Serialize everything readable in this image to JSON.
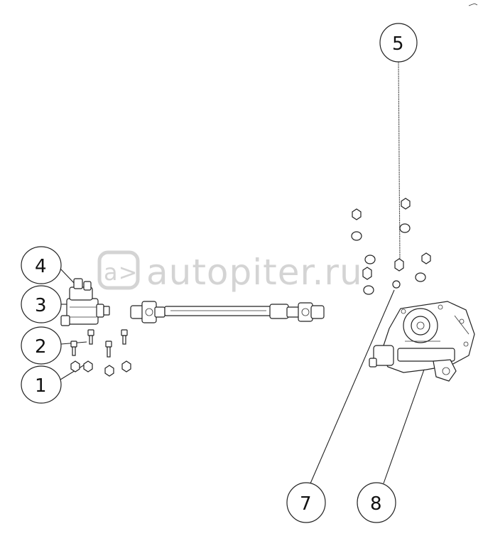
{
  "watermark": {
    "text": "autopiter.ru",
    "logo_text": "a>"
  },
  "callouts": [
    {
      "id": "1",
      "label": "1"
    },
    {
      "id": "2",
      "label": "2"
    },
    {
      "id": "3",
      "label": "3"
    },
    {
      "id": "4",
      "label": "4"
    },
    {
      "id": "5",
      "label": "5"
    },
    {
      "id": "7",
      "label": "7"
    },
    {
      "id": "8",
      "label": "8"
    }
  ],
  "colors": {
    "line": "#222222",
    "watermark": "#d4d4d4"
  }
}
